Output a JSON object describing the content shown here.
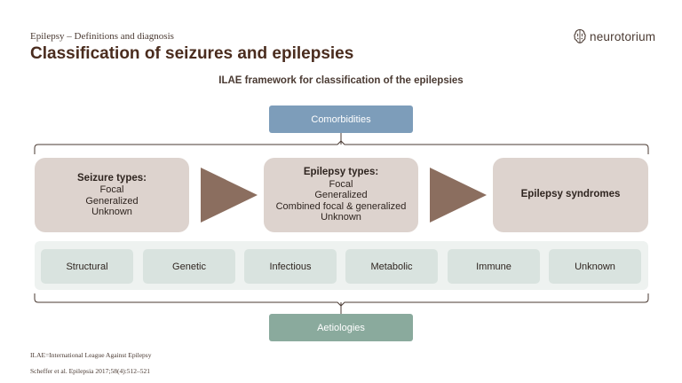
{
  "header": {
    "subtitle": "Epilepsy – Definitions and diagnosis",
    "title": "Classification of seizures and epilepsies",
    "logo_text": "neurotorium"
  },
  "framework_title": "ILAE framework for classification of the epilepsies",
  "comorbidities": "Comorbidities",
  "seizure_types": {
    "heading": "Seizure types:",
    "items": [
      "Focal",
      "Generalized",
      "Unknown"
    ]
  },
  "epilepsy_types": {
    "heading": "Epilepsy types:",
    "items": [
      "Focal",
      "Generalized",
      "Combined focal & generalized",
      "Unknown"
    ]
  },
  "epilepsy_syndromes": "Epilepsy syndromes",
  "aetiologies": {
    "label": "Aetiologies",
    "items": [
      "Structural",
      "Genetic",
      "Infectious",
      "Metabolic",
      "Immune",
      "Unknown"
    ]
  },
  "footnotes": {
    "abbreviation": "ILAE=International League Against Epilepsy",
    "reference": "Scheffer et al. Epilepsia 2017;58(4):512–521"
  },
  "colors": {
    "comorbidities": "#7d9dba",
    "aetiologies": "#8aaa9d",
    "type_box": "#ddd3ce",
    "arrow": "#8b6e5f",
    "aetiology_item": "#d9e3df"
  }
}
